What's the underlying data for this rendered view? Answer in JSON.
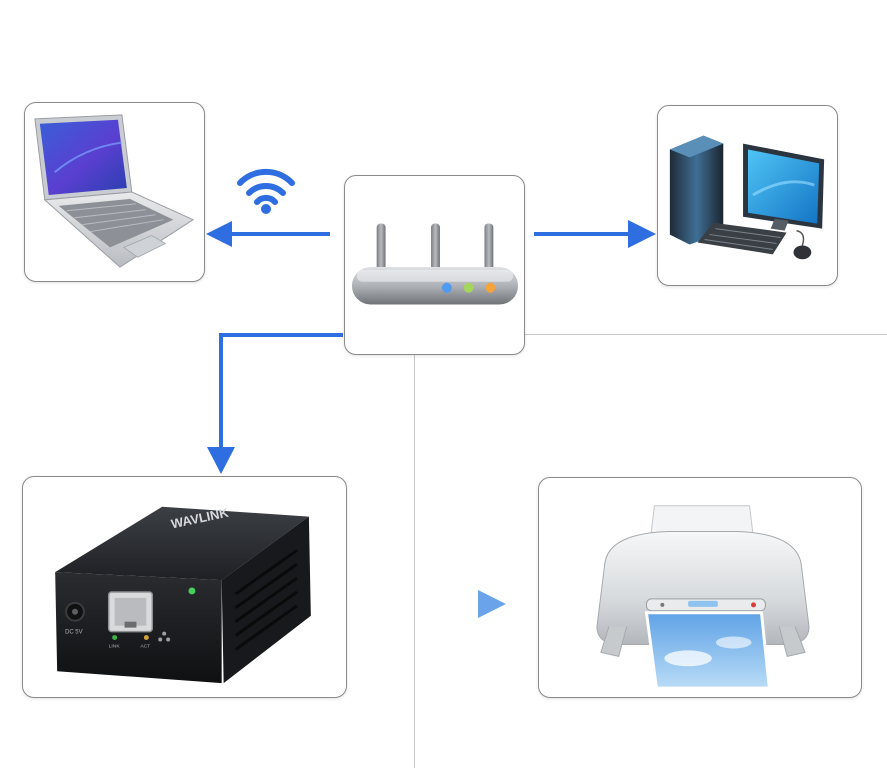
{
  "devices": {
    "laptop": "laptop",
    "router": "wireless-router",
    "desktop": "desktop-computer",
    "print_server": "usb-print-server",
    "printer": "inkjet-printer"
  },
  "print_server": {
    "brand": "WAVLINK",
    "port_label_power": "DC 5V",
    "port_label_link": "LINK",
    "port_label_act": "ACT"
  },
  "icons": [
    "wifi-icon",
    "arrow-left-icon",
    "arrow-right-icon",
    "arrow-down-icon",
    "arrow-right-icon"
  ],
  "colors": {
    "connector_blue": "#2f6ee0",
    "router_led_blue": "#4f9bf2",
    "router_led_green": "#a4d65e",
    "router_led_orange": "#f4a43d"
  }
}
